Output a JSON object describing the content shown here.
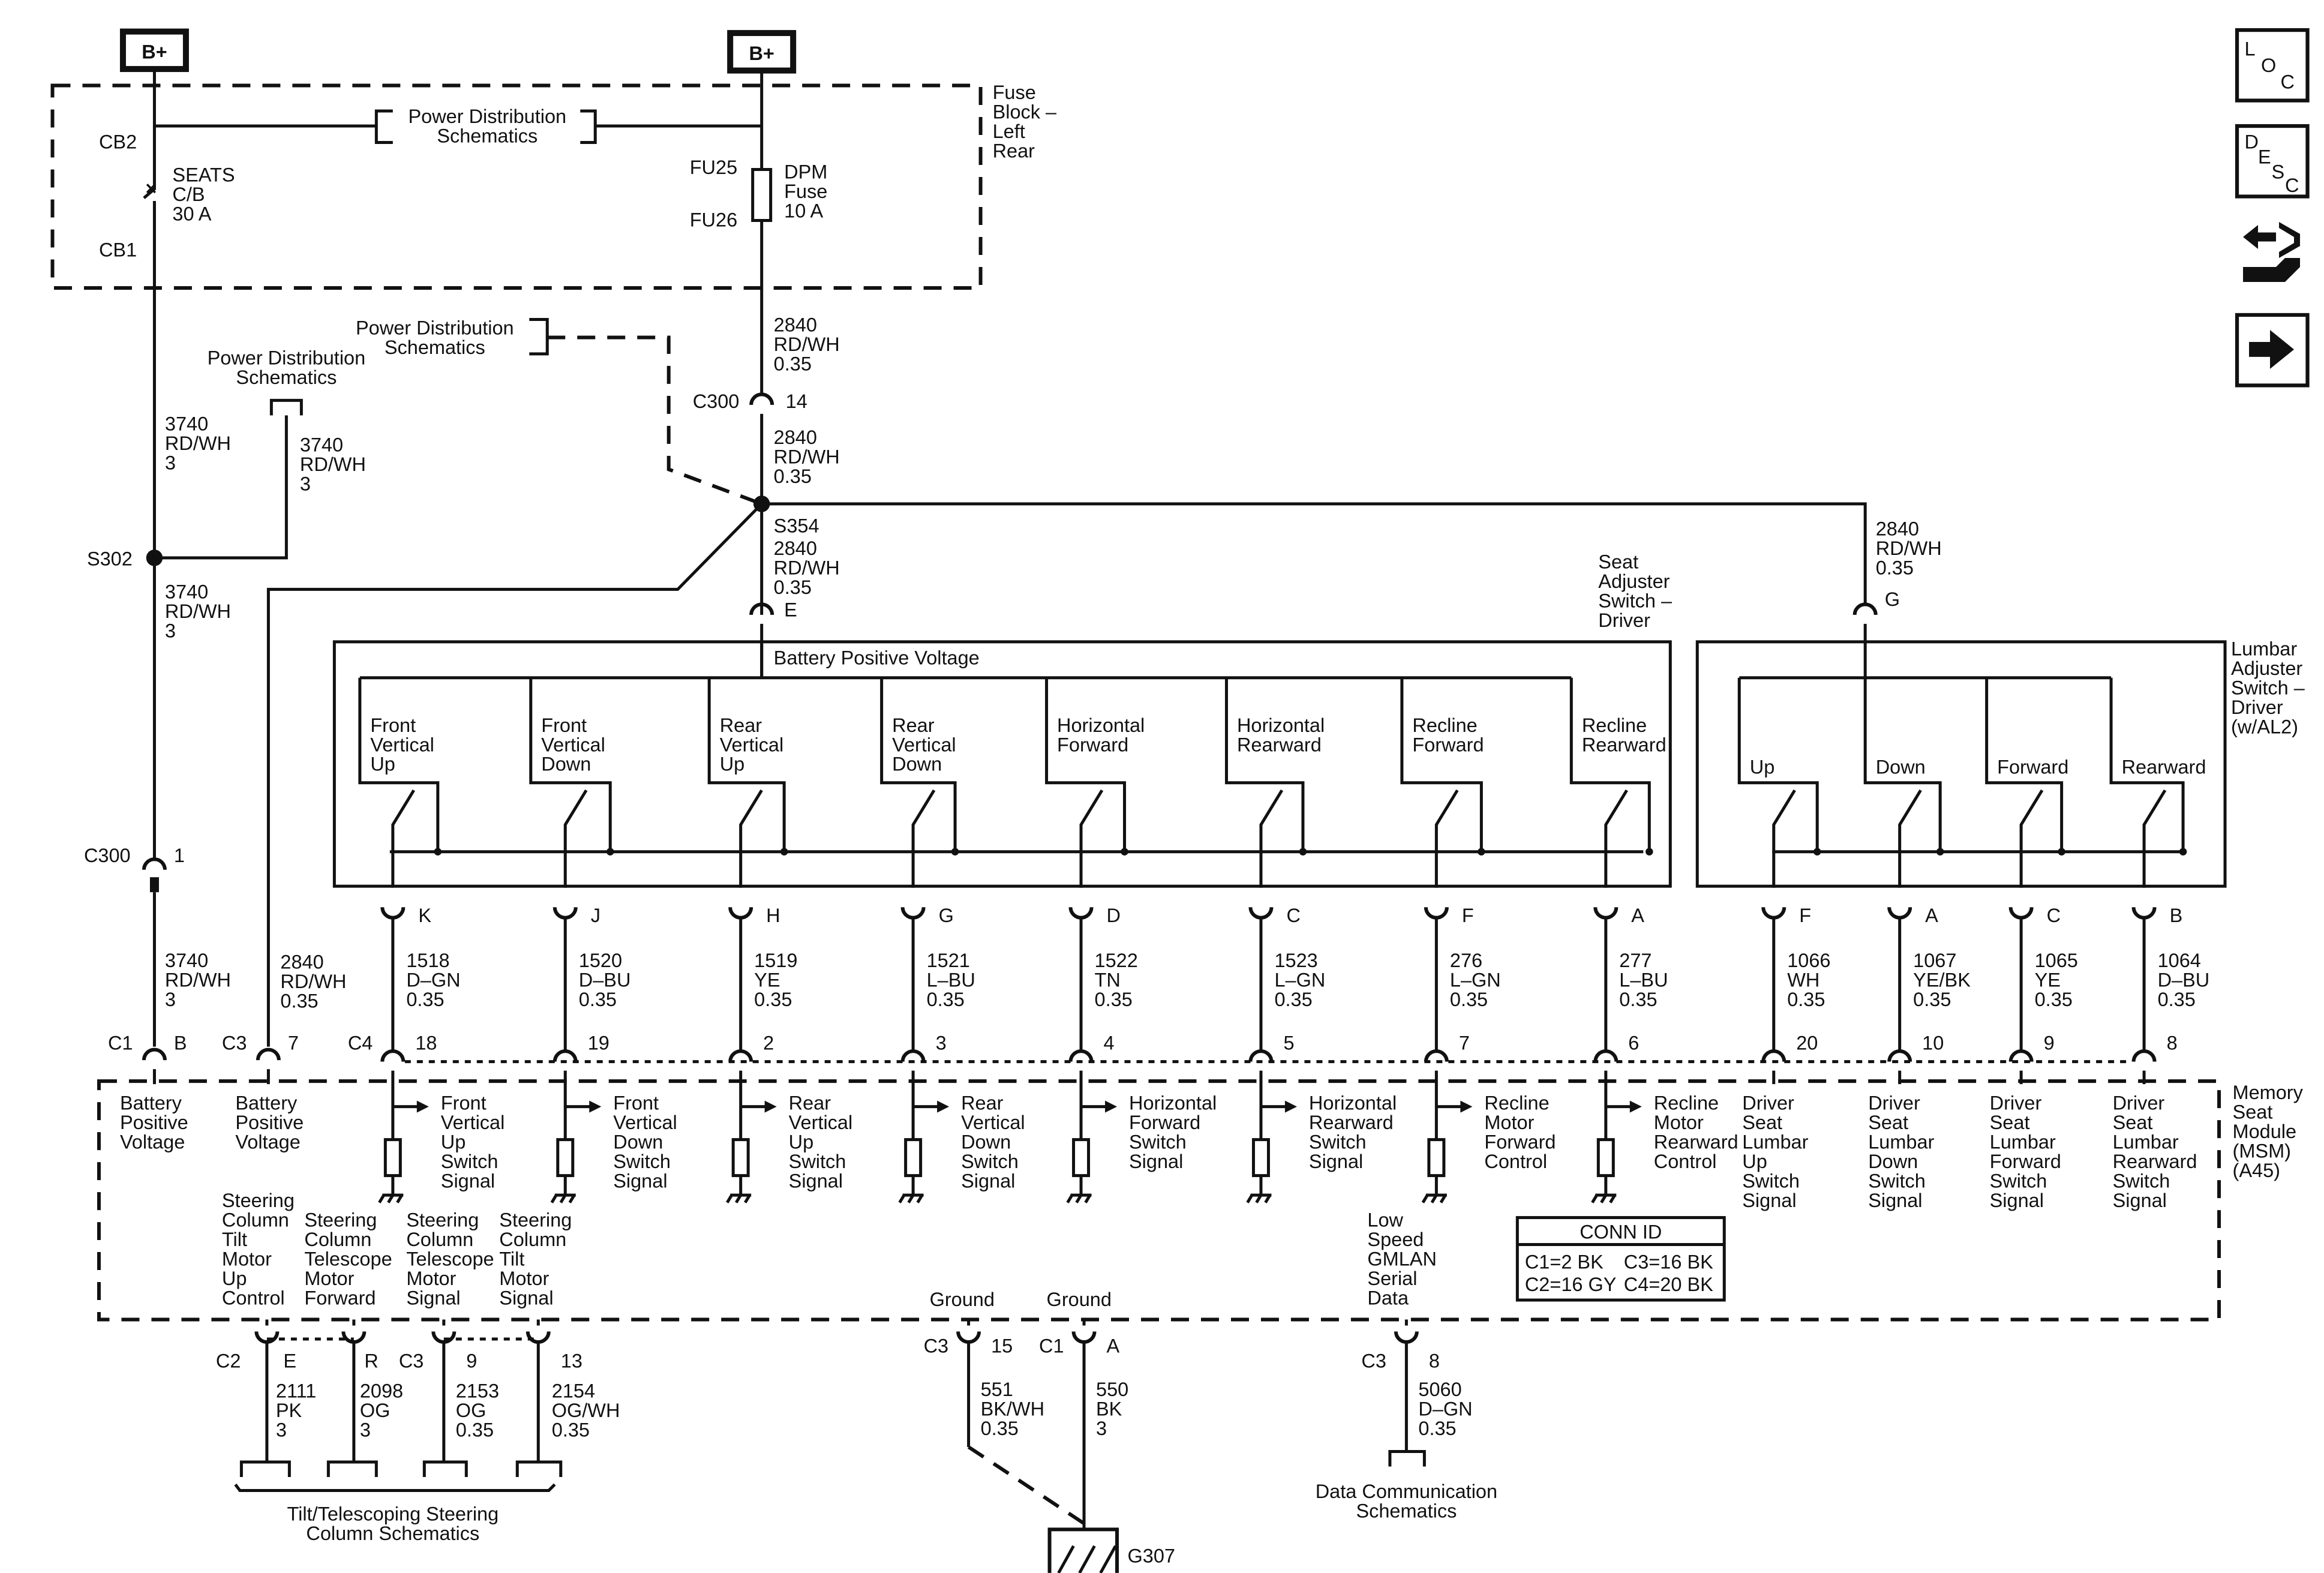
{
  "power": {
    "bplus_left": "B+",
    "bplus_right": "B+"
  },
  "fuse_block": {
    "title": [
      "Fuse",
      "Block –",
      "Left",
      "Rear"
    ],
    "pds": [
      "Power Distribution",
      "Schematics"
    ],
    "cb2": "CB2",
    "cb1": "CB1",
    "seats": [
      "SEATS",
      "C/B",
      "30 A"
    ],
    "fu25": "FU25",
    "fu26": "FU26",
    "dpm": [
      "DPM",
      "Fuse",
      "10 A"
    ]
  },
  "upper_wiring": {
    "pds_left": [
      "Power Distribution",
      "Schematics"
    ],
    "pds_mid": [
      "Power Distribution",
      "Schematics"
    ],
    "w_2840_a": [
      "2840",
      "RD/WH",
      "0.35"
    ],
    "c300_14": [
      "C300",
      "14"
    ],
    "w_2840_b": [
      "2840",
      "RD/WH",
      "0.35"
    ],
    "s354": "S354",
    "w_2840_c": [
      "2840",
      "RD/WH",
      "0.35"
    ],
    "pin_e": "E",
    "w_3740_a": [
      "3740",
      "RD/WH",
      "3"
    ],
    "w_3740_b": [
      "3740",
      "RD/WH",
      "3"
    ],
    "s302": "S302",
    "w_3740_c": [
      "3740",
      "RD/WH",
      "3"
    ],
    "c300_1": [
      "C300",
      "1"
    ],
    "w_3740_d": [
      "3740",
      "RD/WH",
      "3"
    ],
    "w_2840_lumbar": [
      "2840",
      "RD/WH",
      "0.35"
    ],
    "pin_g": "G",
    "w_2840_left": [
      "2840",
      "RD/WH",
      "0.35"
    ]
  },
  "seat_switch": {
    "title": [
      "Seat",
      "Adjuster",
      "Switch –",
      "Driver"
    ],
    "bpv": "Battery Positive Voltage",
    "switches": [
      {
        "label": [
          "Front",
          "Vertical",
          "Up"
        ],
        "pin": "K",
        "wire": [
          "1518",
          "D–GN",
          "0.35"
        ],
        "msm_pin": "18",
        "signal": [
          "Front",
          "Vertical",
          "Up",
          "Switch",
          "Signal"
        ]
      },
      {
        "label": [
          "Front",
          "Vertical",
          "Down"
        ],
        "pin": "J",
        "wire": [
          "1520",
          "D–BU",
          "0.35"
        ],
        "msm_pin": "19",
        "signal": [
          "Front",
          "Vertical",
          "Down",
          "Switch",
          "Signal"
        ]
      },
      {
        "label": [
          "Rear",
          "Vertical",
          "Up"
        ],
        "pin": "H",
        "wire": [
          "1519",
          "YE",
          "0.35"
        ],
        "msm_pin": "2",
        "signal": [
          "Rear",
          "Vertical",
          "Up",
          "Switch",
          "Signal"
        ]
      },
      {
        "label": [
          "Rear",
          "Vertical",
          "Down"
        ],
        "pin": "G",
        "wire": [
          "1521",
          "L–BU",
          "0.35"
        ],
        "msm_pin": "3",
        "signal": [
          "Rear",
          "Vertical",
          "Down",
          "Switch",
          "Signal"
        ]
      },
      {
        "label": [
          "Horizontal",
          "Forward"
        ],
        "pin": "D",
        "wire": [
          "1522",
          "TN",
          "0.35"
        ],
        "msm_pin": "4",
        "signal": [
          "Horizontal",
          "Forward",
          "Switch",
          "Signal"
        ]
      },
      {
        "label": [
          "Horizontal",
          "Rearward"
        ],
        "pin": "C",
        "wire": [
          "1523",
          "L–GN",
          "0.35"
        ],
        "msm_pin": "5",
        "signal": [
          "Horizontal",
          "Rearward",
          "Switch",
          "Signal"
        ]
      },
      {
        "label": [
          "Recline",
          "Forward"
        ],
        "pin": "F",
        "wire": [
          "276",
          "L–GN",
          "0.35"
        ],
        "msm_pin": "7",
        "signal": [
          "Recline",
          "Motor",
          "Forward",
          "Control"
        ]
      },
      {
        "label": [
          "Recline",
          "Rearward"
        ],
        "pin": "A",
        "wire": [
          "277",
          "L–BU",
          "0.35"
        ],
        "msm_pin": "6",
        "signal": [
          "Recline",
          "Motor",
          "Rearward",
          "Control"
        ]
      }
    ]
  },
  "lumbar_switch": {
    "title": [
      "Lumbar",
      "Adjuster",
      "Switch –",
      "Driver",
      "(w/AL2)"
    ],
    "switches": [
      {
        "label": "Up",
        "pin": "F",
        "wire": [
          "1066",
          "WH",
          "0.35"
        ],
        "msm_pin": "20",
        "signal": [
          "Driver",
          "Seat",
          "Lumbar",
          "Up",
          "Switch",
          "Signal"
        ]
      },
      {
        "label": "Down",
        "pin": "A",
        "wire": [
          "1067",
          "YE/BK",
          "0.35"
        ],
        "msm_pin": "10",
        "signal": [
          "Driver",
          "Seat",
          "Lumbar",
          "Down",
          "Switch",
          "Signal"
        ]
      },
      {
        "label": "Forward",
        "pin": "C",
        "wire": [
          "1065",
          "YE",
          "0.35"
        ],
        "msm_pin": "9",
        "signal": [
          "Driver",
          "Seat",
          "Lumbar",
          "Forward",
          "Switch",
          "Signal"
        ]
      },
      {
        "label": "Rearward",
        "pin": "B",
        "wire": [
          "1064",
          "D–BU",
          "0.35"
        ],
        "msm_pin": "8",
        "signal": [
          "Driver",
          "Seat",
          "Lumbar",
          "Rearward",
          "Switch",
          "Signal"
        ]
      }
    ]
  },
  "msm": {
    "title": [
      "Memory",
      "Seat",
      "Module",
      "(MSM)",
      "(A45)"
    ],
    "c1": "C1",
    "pin_b": "B",
    "c3": "C3",
    "pin_7": "7",
    "c4": "C4",
    "bpv_1": [
      "Battery",
      "Positive",
      "Voltage"
    ],
    "bpv_2": [
      "Battery",
      "Positive",
      "Voltage"
    ],
    "steer": [
      [
        "Steering",
        "Column",
        "Tilt",
        "Motor",
        "Up",
        "Control"
      ],
      [
        "Steering",
        "Column",
        "Telescope",
        "Motor",
        "Forward"
      ],
      [
        "Steering",
        "Column",
        "Telescope",
        "Motor",
        "Signal"
      ],
      [
        "Steering",
        "Column",
        "Tilt",
        "Motor",
        "Signal"
      ]
    ],
    "ground_1": "Ground",
    "ground_2": "Ground",
    "gmlan": [
      "Low",
      "Speed",
      "GMLAN",
      "Serial",
      "Data"
    ],
    "conn_id": {
      "title": "CONN ID",
      "r1a": "C1=2 BK",
      "r1b": "C3=16 BK",
      "r2a": "C2=16 GY",
      "r2b": "C4=20 BK"
    }
  },
  "bottom": {
    "c2": "C2",
    "pin_e": "E",
    "pin_r": "R",
    "c3": "C3",
    "pin_9": "9",
    "pin_13": "13",
    "w_2111": [
      "2111",
      "PK",
      "3"
    ],
    "w_2098": [
      "2098",
      "OG",
      "3"
    ],
    "w_2153": [
      "2153",
      "OG",
      "0.35"
    ],
    "w_2154": [
      "2154",
      "OG/WH",
      "0.35"
    ],
    "tilt_ref": [
      "Tilt/Telescoping Steering",
      "Column Schematics"
    ],
    "g_c3": "C3",
    "g_15": "15",
    "g_c1": "C1",
    "g_a": "A",
    "w_551": [
      "551",
      "BK/WH",
      "0.35"
    ],
    "w_550": [
      "550",
      "BK",
      "3"
    ],
    "g307": "G307",
    "d_c3": "C3",
    "d_8": "8",
    "w_5060": [
      "5060",
      "D–GN",
      "0.35"
    ],
    "data_ref": [
      "Data Communication",
      "Schematics"
    ]
  },
  "side_icons": {
    "loc": [
      "L",
      "O",
      "C"
    ],
    "desc": [
      "D",
      "E",
      "S",
      "C"
    ]
  }
}
